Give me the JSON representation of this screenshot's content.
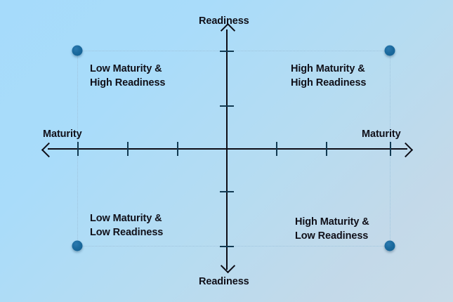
{
  "chart_data": {
    "type": "scatter",
    "title": "",
    "subtitle": "",
    "xlabel": "Maturity",
    "ylabel": "Readiness",
    "axis_labels": {
      "top": "Readiness",
      "bottom": "Readiness",
      "left": "Maturity",
      "right": "Maturity"
    },
    "grid": false,
    "legend_position": "none",
    "xlim": [
      -3,
      3
    ],
    "ylim": [
      -2,
      2
    ],
    "x_ticks": [
      -3,
      -2,
      -1,
      0,
      1,
      2,
      3
    ],
    "y_ticks": [
      -2,
      -1,
      0,
      1,
      2
    ],
    "x_tick_labels": [
      "",
      "",
      "",
      "",
      "",
      "",
      ""
    ],
    "y_tick_labels": [
      "",
      "",
      "",
      "",
      ""
    ],
    "points": [
      {
        "name": "low-maturity-high-readiness",
        "x": -3,
        "y": 2,
        "label": "Low Maturity & High Readiness",
        "color": "#1b6a9e"
      },
      {
        "name": "high-maturity-high-readiness",
        "x": 3,
        "y": 2,
        "label": "High Maturity & High Readiness",
        "color": "#1b6a9e"
      },
      {
        "name": "low-maturity-low-readiness",
        "x": -3,
        "y": -2,
        "label": "Low Maturity & Low Readiness",
        "color": "#1b6a9e"
      },
      {
        "name": "high-maturity-low-readiness",
        "x": 3,
        "y": -2,
        "label": "High Maturity & Low Readiness",
        "color": "#1b6a9e"
      }
    ],
    "quadrants": [
      {
        "position": "top-left",
        "line1": "Low Maturity &",
        "line2": "High Readiness"
      },
      {
        "position": "top-right",
        "line1": "High Maturity &",
        "line2": "High Readiness"
      },
      {
        "position": "bottom-left",
        "line1": "Low Maturity &",
        "line2": "Low Readiness"
      },
      {
        "position": "bottom-right",
        "line1": "High Maturity &",
        "line2": "Low Readiness"
      }
    ]
  },
  "colors": {
    "background_start": "#a6dbfb",
    "background_end": "#c9dbe8",
    "axis": "#0d0d16",
    "tick": "#123a52",
    "dot": "#1b6a9e",
    "guide": "#9fc4dd",
    "text": "#101019"
  }
}
